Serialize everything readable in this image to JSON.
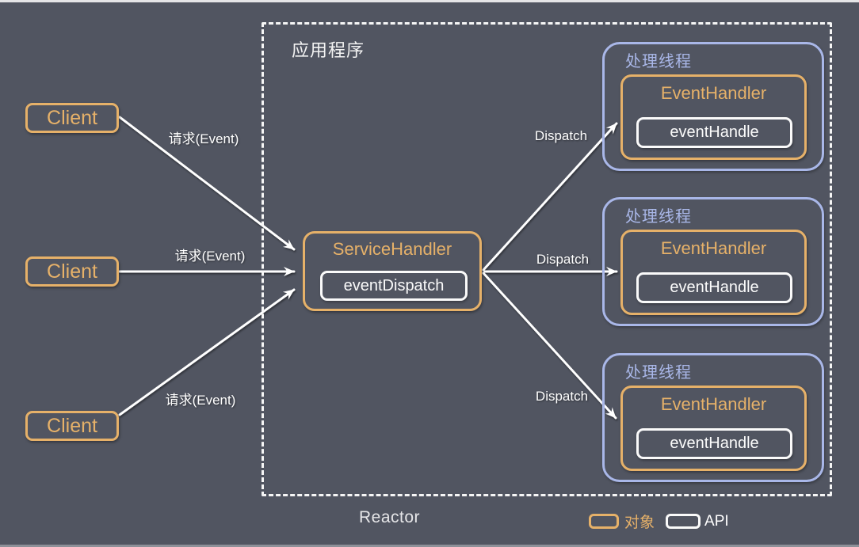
{
  "diagram": {
    "app_label": "应用程序",
    "reactor_label": "Reactor",
    "clients": [
      {
        "label": "Client"
      },
      {
        "label": "Client"
      },
      {
        "label": "Client"
      }
    ],
    "arrows": {
      "requests": [
        "请求(Event)",
        "请求(Event)",
        "请求(Event)"
      ],
      "dispatches": [
        "Dispatch",
        "Dispatch",
        "Dispatch"
      ]
    },
    "service_handler": {
      "title": "ServiceHandler",
      "api": "eventDispatch"
    },
    "threads": [
      {
        "title": "处理线程",
        "handler": "EventHandler",
        "api": "eventHandle"
      },
      {
        "title": "处理线程",
        "handler": "EventHandler",
        "api": "eventHandle"
      },
      {
        "title": "处理线程",
        "handler": "EventHandler",
        "api": "eventHandle"
      }
    ],
    "legend": {
      "object_label": "对象",
      "api_label": "API"
    },
    "colors": {
      "background": "#515561",
      "object_border": "#e6b169",
      "api_border": "#fafafa",
      "thread_border": "#a9b7e8",
      "arrow": "#ffffff"
    }
  }
}
